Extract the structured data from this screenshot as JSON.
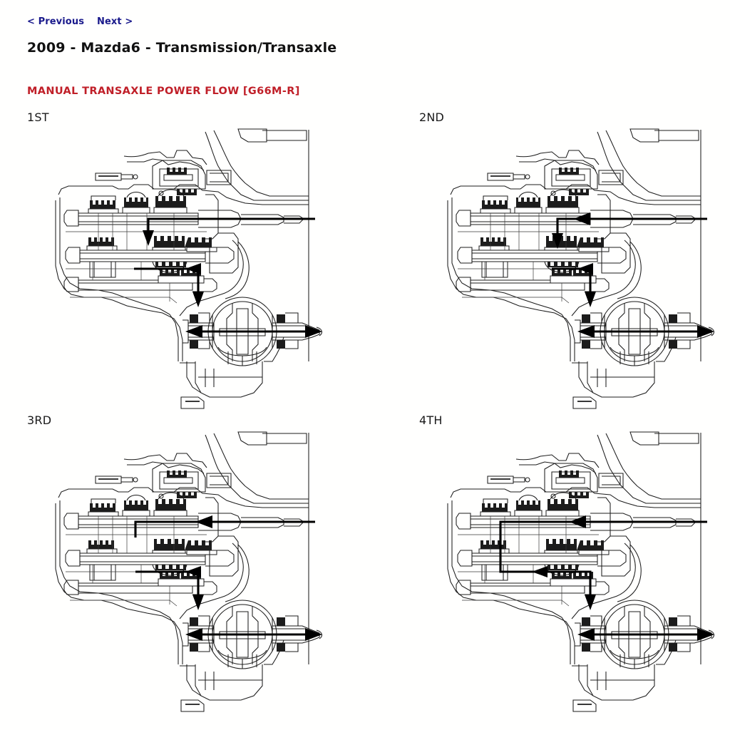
{
  "nav": {
    "previous_label": "< Previous",
    "next_label": "Next >"
  },
  "document": {
    "title": "2009 - Mazda6 - Transmission/Transaxle",
    "section_heading": "MANUAL TRANSAXLE POWER FLOW [G66M-R]"
  },
  "colors": {
    "nav_link": "#1a1a8c",
    "title": "#111111",
    "section_heading": "#c01f28",
    "line_art": "#1c1c1c",
    "flow_arrow": "#000000",
    "background": "#ffffff"
  },
  "figures": [
    {
      "label": "1ST",
      "position": "top-left",
      "description": "Manual transaxle cross-section with power flow arrows for 1st gear",
      "flow": {
        "input_arrow": "right-to-left along input shaft, turns down at mid-shaft",
        "counter_arrow": "left-to-right along counter shaft, turns down to final drive",
        "output_arrows": "bidirectional left and right along differential output shafts"
      }
    },
    {
      "label": "2ND",
      "position": "top-right",
      "description": "Manual transaxle cross-section with power flow arrows for 2nd gear",
      "flow": {
        "input_arrow": "right-to-left along input shaft, turns down at second gear station",
        "counter_arrow": "left-to-right along counter shaft, turns down to final drive",
        "output_arrows": "bidirectional left and right along differential output shafts"
      }
    },
    {
      "label": "3RD",
      "position": "bottom-left",
      "description": "Manual transaxle cross-section with power flow arrows for 3rd gear",
      "flow": {
        "input_arrow": "right-to-left along input shaft, turns down at third gear station",
        "counter_arrow": "left-to-right along counter shaft, turns down to final drive",
        "output_arrows": "bidirectional left and right along differential output shafts"
      }
    },
    {
      "label": "4TH",
      "position": "bottom-right",
      "description": "Manual transaxle cross-section with power flow arrows for 4th gear",
      "flow": {
        "input_arrow": "right-to-left along input shaft, turns down at fourth gear station (furthest left)",
        "counter_arrow": "left-to-right along counter shaft, turns down to final drive",
        "output_arrows": "bidirectional left and right along differential output shafts"
      }
    }
  ]
}
